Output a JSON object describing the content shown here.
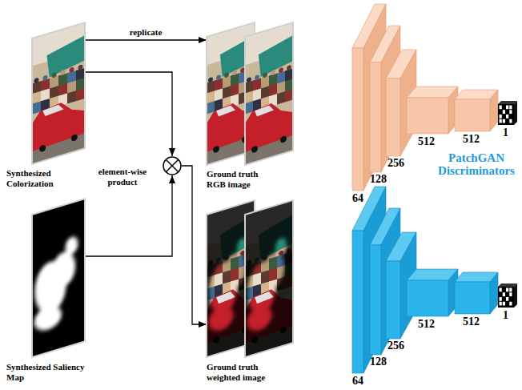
{
  "diagram": {
    "nodes": [
      {
        "text": [
          "Synthesized Colorization"
        ]
      },
      {
        "text": [
          "element-wise product"
        ]
      },
      {
        "text": [
          "Synthesized Saliency Map"
        ]
      },
      {
        "text": [
          "Ground truth RGB image"
        ]
      },
      {
        "text": [
          "Ground truth weighted image"
        ]
      }
    ],
    "edges": [
      {
        "from": 0,
        "to": 3,
        "label": "replicate",
        "arrow": "to"
      },
      {
        "from": 0,
        "to": 1,
        "arrow": "to"
      },
      {
        "from": 2,
        "to": 1,
        "arrow": "to"
      },
      {
        "from": 1,
        "to": 4,
        "arrow": "to"
      }
    ],
    "labels": [
      "64",
      "128",
      "256",
      "512",
      "512",
      "1",
      "PatchGAN Discriminators",
      "64",
      "128",
      "256",
      "512",
      "512",
      "1"
    ]
  }
}
